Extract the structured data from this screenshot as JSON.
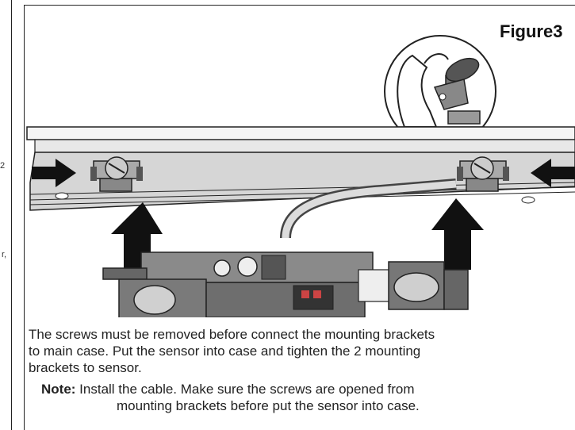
{
  "margin_fragments": [
    "2",
    "r,"
  ],
  "figure": {
    "title": "Figure3"
  },
  "caption": {
    "line1": "The screws must be removed before connect the mounting brackets",
    "line2": "to main case. Put the sensor into case and tighten the 2 mounting",
    "line3": "brackets to sensor."
  },
  "note": {
    "label": "Note: ",
    "line1": "Install the cable. Make sure the screws are opened from",
    "line2": "mounting brackets before put the sensor into case."
  }
}
